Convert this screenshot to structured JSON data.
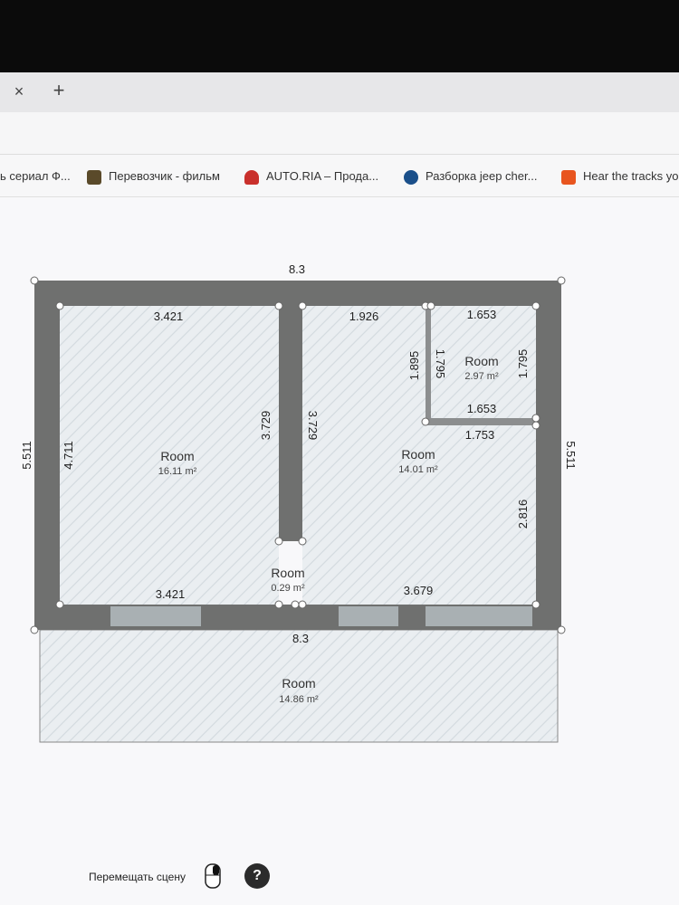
{
  "browser": {
    "tab_close": "×",
    "tab_new": "+"
  },
  "bookmarks": [
    {
      "label": "ь сериал Ф...",
      "icon": "partial-icon"
    },
    {
      "label": "Перевозчик - фильм",
      "icon": "film-icon",
      "color": "#5a4a2a"
    },
    {
      "label": "AUTO.RIA – Прода...",
      "icon": "car-icon",
      "color": "#c9302c"
    },
    {
      "label": "Разборка jeep cher...",
      "icon": "olx-icon",
      "color": "#1a4f8a"
    },
    {
      "label": "Hear the tracks yo",
      "icon": "soundcloud-icon",
      "color": "#e8551f"
    }
  ],
  "plan": {
    "dimensions": {
      "top_outer": "8.3",
      "bottom_outer": "8.3",
      "left_outer": "5.511",
      "right_outer": "5.511",
      "room1_top": "3.421",
      "room1_bottom": "3.421",
      "room1_left": "4.711",
      "room1_right": "3.729",
      "room2_left": "3.729",
      "room2_top": "1.926",
      "room2_bottom": "3.679",
      "room2_right_lower": "2.816",
      "room3_top": "1.653",
      "room3_bottom_inner": "1.653",
      "room3_bottom_outer": "1.753",
      "room3_left_outer": "1.895",
      "room3_left_inner": "1.795",
      "room3_right": "1.795"
    },
    "rooms": [
      {
        "name": "Room",
        "area": "16.11 m²"
      },
      {
        "name": "Room",
        "area": "14.01 m²"
      },
      {
        "name": "Room",
        "area": "2.97 m²"
      },
      {
        "name": "Room",
        "area": "0.29 m²"
      },
      {
        "name": "Room",
        "area": "14.86 m²"
      }
    ]
  },
  "footer": {
    "move_scene_label": "Перемещать сцену",
    "help_label": "?"
  },
  "colors": {
    "wall": "#6f706f",
    "floor": "#e9edf0",
    "bezel": "#0b0b0b"
  }
}
